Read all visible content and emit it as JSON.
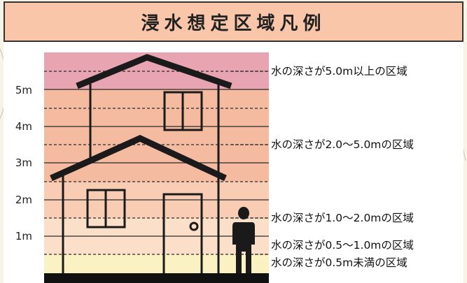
{
  "legend": {
    "title": "浸水想定区域凡例",
    "depth_axis": {
      "unit": "m",
      "ticks": [
        "1m",
        "2m",
        "3m",
        "4m",
        "5m"
      ]
    },
    "zones": [
      {
        "label": "水の深さが5.0m以上の区域",
        "color": "#e9a4b1"
      },
      {
        "label": "水の深さが2.0〜5.0mの区域",
        "color": "#f5bba0"
      },
      {
        "label": "水の深さが1.0〜2.0mの区域",
        "color": "#f8cdb3"
      },
      {
        "label": "水の深さが0.5〜1.0mの区域",
        "color": "#fbdfc8"
      },
      {
        "label": "水の深さが0.5m未満の区域",
        "color": "#fbf2c4"
      }
    ]
  }
}
